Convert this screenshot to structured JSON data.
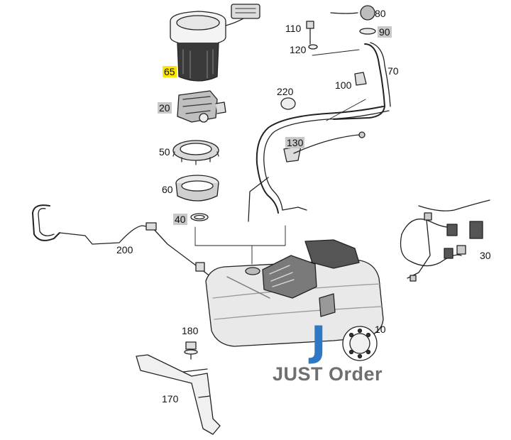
{
  "callouts": [
    {
      "id": "65",
      "text": "65",
      "style": "yellow"
    },
    {
      "id": "20",
      "text": "20",
      "style": "grey"
    },
    {
      "id": "50",
      "text": "50",
      "style": "plain"
    },
    {
      "id": "60",
      "text": "60",
      "style": "plain"
    },
    {
      "id": "40",
      "text": "40",
      "style": "grey"
    },
    {
      "id": "110",
      "text": "110",
      "style": "plain"
    },
    {
      "id": "120",
      "text": "120",
      "style": "plain"
    },
    {
      "id": "80",
      "text": "80",
      "style": "plain"
    },
    {
      "id": "90",
      "text": "90",
      "style": "grey"
    },
    {
      "id": "70",
      "text": "70",
      "style": "plain"
    },
    {
      "id": "100",
      "text": "100",
      "style": "plain"
    },
    {
      "id": "220",
      "text": "220",
      "style": "plain"
    },
    {
      "id": "130",
      "text": "130",
      "style": "grey"
    },
    {
      "id": "200",
      "text": "200",
      "style": "plain"
    },
    {
      "id": "30",
      "text": "30",
      "style": "plain"
    },
    {
      "id": "180",
      "text": "180",
      "style": "plain"
    },
    {
      "id": "10",
      "text": "10",
      "style": "plain"
    },
    {
      "id": "170",
      "text": "170",
      "style": "plain"
    }
  ],
  "brand": {
    "logo_letter": "J",
    "text": "JUST Order"
  },
  "colors": {
    "highlight_yellow": "#ffe600",
    "highlight_grey": "#c8c8c8",
    "logo_blue": "#2f79c4",
    "brand_grey": "#6f6f6f"
  }
}
